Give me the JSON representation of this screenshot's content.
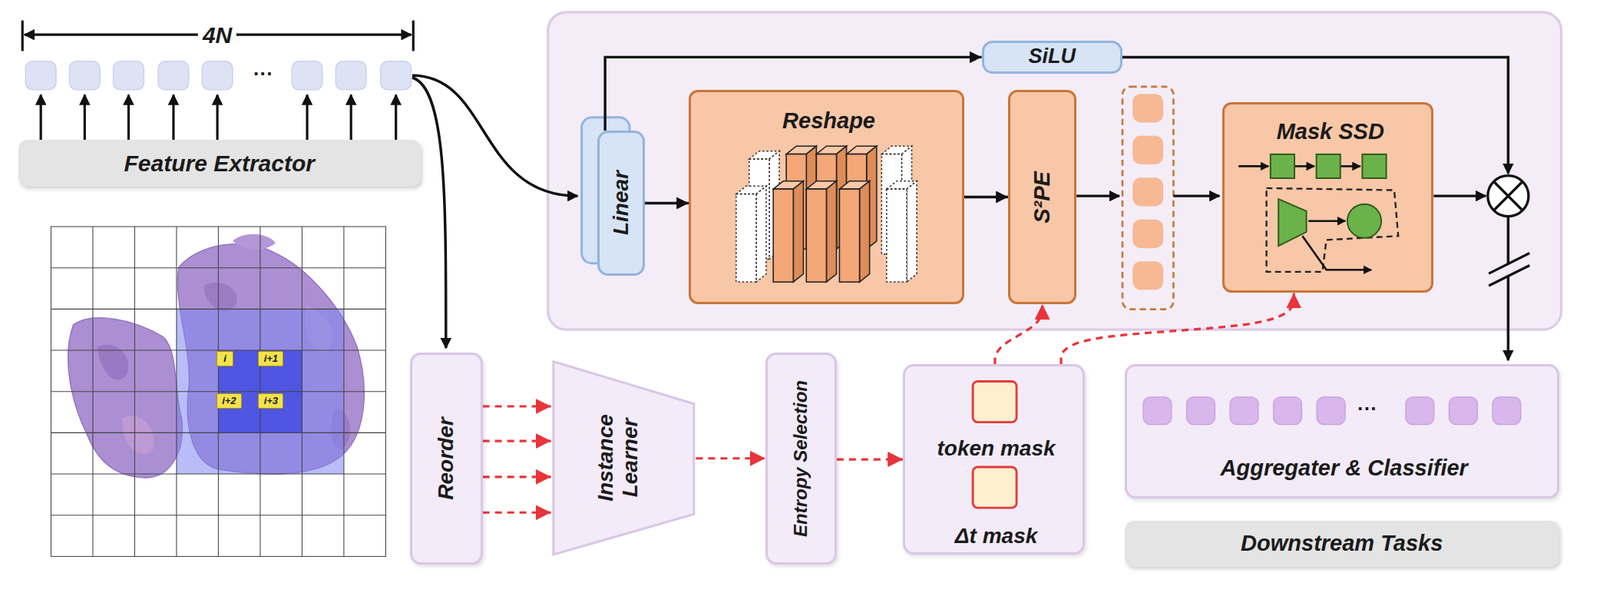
{
  "diagram": {
    "nodes": [
      {
        "text": [
          "Feature Extractor"
        ]
      },
      {
        "text": [
          "SiLU"
        ]
      },
      {
        "text": [
          "Linear"
        ]
      },
      {
        "text": [
          "Reshape"
        ]
      },
      {
        "text": [
          "S²PE"
        ]
      },
      {
        "text": [
          "Mask SSD"
        ]
      },
      {
        "text": [
          "Reorder"
        ]
      },
      {
        "text": [
          "Instance Learner"
        ]
      },
      {
        "text": [
          "Entropy Selection"
        ]
      },
      {
        "text": [
          "token mask",
          "Δt mask"
        ]
      },
      {
        "text": [
          "Aggregater & Classifier"
        ]
      },
      {
        "text": [
          "Downstream Tasks"
        ]
      },
      {
        "text": [
          "i"
        ]
      },
      {
        "text": [
          "i+1"
        ]
      },
      {
        "text": [
          "i+2"
        ]
      },
      {
        "text": [
          "i+3"
        ]
      }
    ],
    "edges": [
      {
        "from": 2,
        "to": 3,
        "arrow": "to"
      },
      {
        "from": 3,
        "to": 4,
        "arrow": "to"
      },
      {
        "from": 2,
        "to": 1,
        "arrow": "to"
      },
      {
        "from": 6,
        "to": 7,
        "arrow": "to"
      },
      {
        "from": 6,
        "to": 7,
        "arrow": "to"
      },
      {
        "from": 6,
        "to": 7,
        "arrow": "to"
      },
      {
        "from": 6,
        "to": 7,
        "arrow": "to"
      },
      {
        "from": 7,
        "to": 8,
        "arrow": "to"
      },
      {
        "from": 8,
        "to": 9,
        "arrow": "to"
      },
      {
        "from": 9,
        "to": 4,
        "arrow": "to"
      },
      {
        "from": 9,
        "to": 5,
        "arrow": "to"
      }
    ],
    "labels": [
      "4N",
      "···",
      "···"
    ]
  }
}
